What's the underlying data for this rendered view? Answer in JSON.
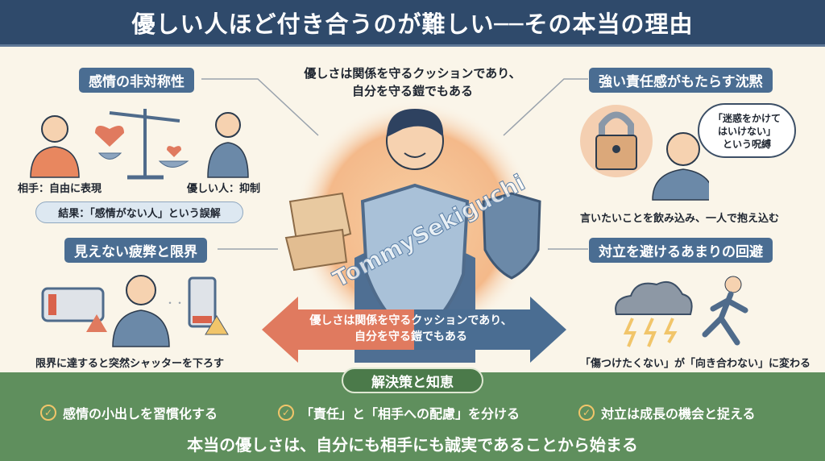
{
  "title": "優しい人ほど付き合うのが難しい──その本当の理由",
  "center": {
    "quote_line1": "優しさは関係を守るクッションであり、",
    "quote_line2": "自分を守る鎧でもある",
    "arrow_line1": "優しさは関係を守るクッションであり、",
    "arrow_line2": "自分を守る鎧でもある",
    "watermark": "TommySekiguchi"
  },
  "sections": {
    "asymmetry": {
      "label": "感情の非対称性",
      "left_caption": "相手：自由に表現",
      "right_caption": "優しい人：抑制",
      "result": "結果：「感情がない人」という誤解"
    },
    "fatigue": {
      "label": "見えない疲弊と限界",
      "caption": "限界に達すると突然シャッターを下ろす"
    },
    "responsibility": {
      "label": "強い責任感がもたらす沈黙",
      "thought_line1": "「迷惑をかけて",
      "thought_line2": "はいけない」",
      "thought_line3": "という呪縛",
      "caption": "言いたいことを飲み込み、一人で抱え込む"
    },
    "avoidance": {
      "label": "対立を避けるあまりの回避",
      "caption": "「傷つけたくない」が「向き合わない」に変わる"
    }
  },
  "solutions": {
    "title": "解決策と知恵",
    "items": [
      {
        "label": "感情の小出しを習慣化する"
      },
      {
        "label": "「責任」と「相手への配慮」を分ける"
      },
      {
        "label": "対立は成長の機会と捉える"
      }
    ],
    "message": "本当の優しさは、自分にも相手にも誠実であることから始まる"
  },
  "colors": {
    "header": "#2f4a6b",
    "label": "#4a6d92",
    "green": "#5f8f5d",
    "accent": "#e07a5f",
    "background": "#faf5e9"
  }
}
